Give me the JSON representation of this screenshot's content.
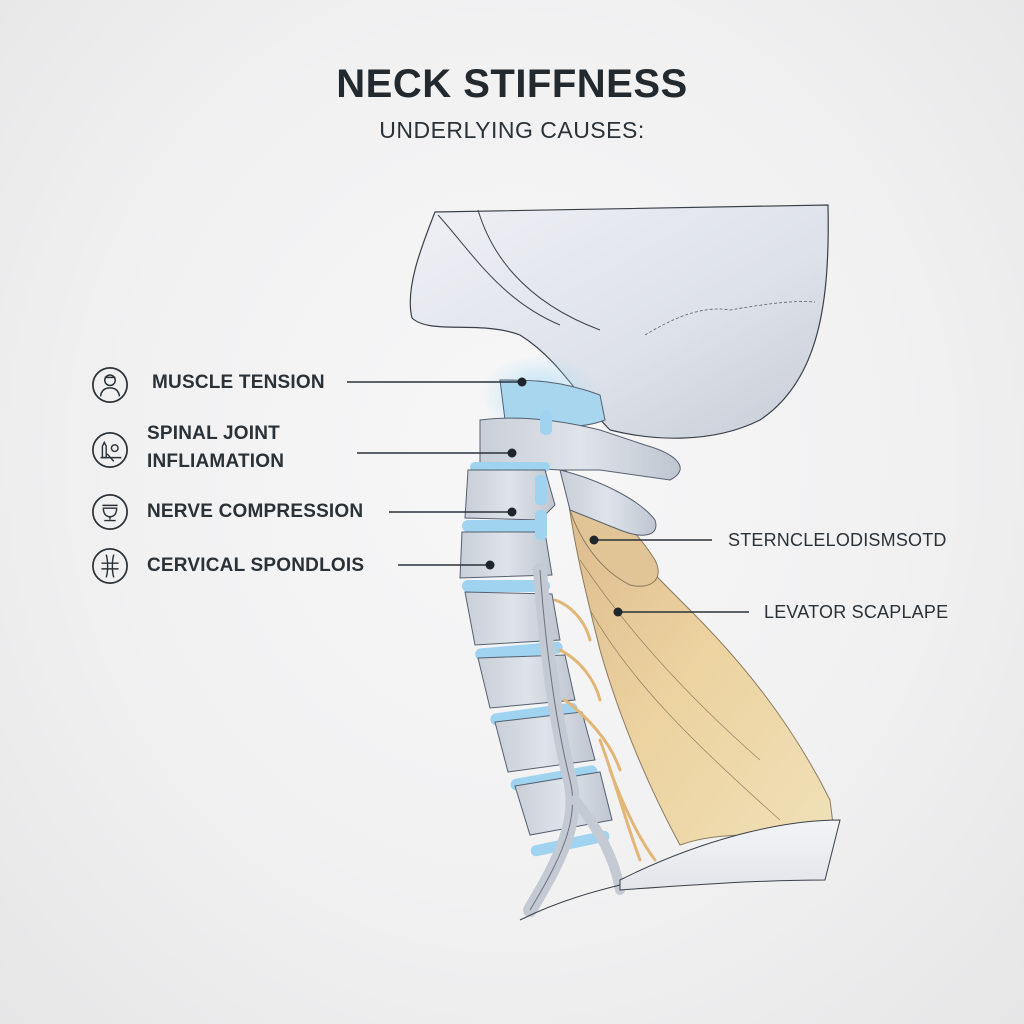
{
  "header": {
    "title": "NECK STIFFNESS",
    "subtitle": "UNDERLYING CAUSES:"
  },
  "causes": [
    {
      "label": "MUSCLE TENSION",
      "icon": "person-icon"
    },
    {
      "label_line1": "SPINAL JOINT",
      "label_line2": "INFLIAMATION",
      "icon": "joint-icon"
    },
    {
      "label": "NERVE COMPRESSION",
      "icon": "cup-icon"
    },
    {
      "label": "CERVICAL SPONDLOIS",
      "icon": "spine-icon"
    }
  ],
  "muscles": [
    {
      "label": "STERNCLELODISMSOTD"
    },
    {
      "label": "LEVATOR SCAPLAPE"
    }
  ],
  "colors": {
    "text": "#222a30",
    "bone": "#d3d8e0",
    "disc": "#9fd3ef",
    "muscle": "#e6cc95",
    "nerve": "#e5b976"
  }
}
